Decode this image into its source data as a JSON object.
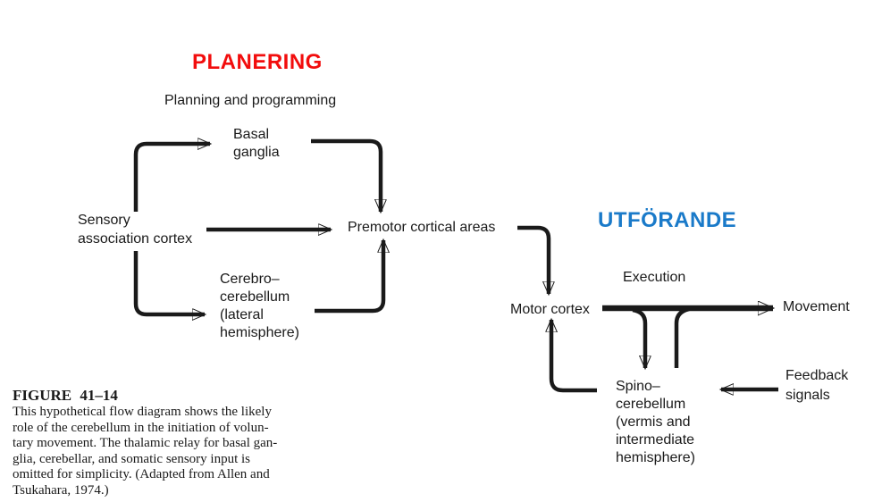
{
  "palette": {
    "planning_heading_red": "#f20d0d",
    "execution_heading_blue": "#1a7ac9",
    "ink": "#1a1a1a"
  },
  "headings": {
    "planering": "PLANERING",
    "utforande": "UTFÖRANDE"
  },
  "stage_labels": {
    "planning": "Planning and programming",
    "execution": "Execution"
  },
  "nodes": {
    "basal_ganglia": "Basal\nganglia",
    "sensory_association_cortex": "Sensory\nassociation cortex",
    "premotor_cortical_areas": "Premotor cortical areas",
    "cerebrocerebellum": "Cerebro–\ncerebellum\n(lateral\nhemisphere)",
    "motor_cortex": "Motor cortex",
    "movement": "Movement",
    "spinocerebellum": "Spino–\ncerebellum\n(vermis and\nintermediate\nhemisphere)",
    "feedback_signals": "Feedback\nsignals"
  },
  "caption": {
    "title": "FIGURE 41–14",
    "body": "This hypothetical flow diagram shows the likely\nrole of the cerebellum in the initiation of volun-\ntary movement. The thalamic relay for basal gan-\nglia, cerebellar, and somatic sensory input is\nomitted for simplicity. (Adapted from Allen and\nTsukahara, 1974.)"
  }
}
